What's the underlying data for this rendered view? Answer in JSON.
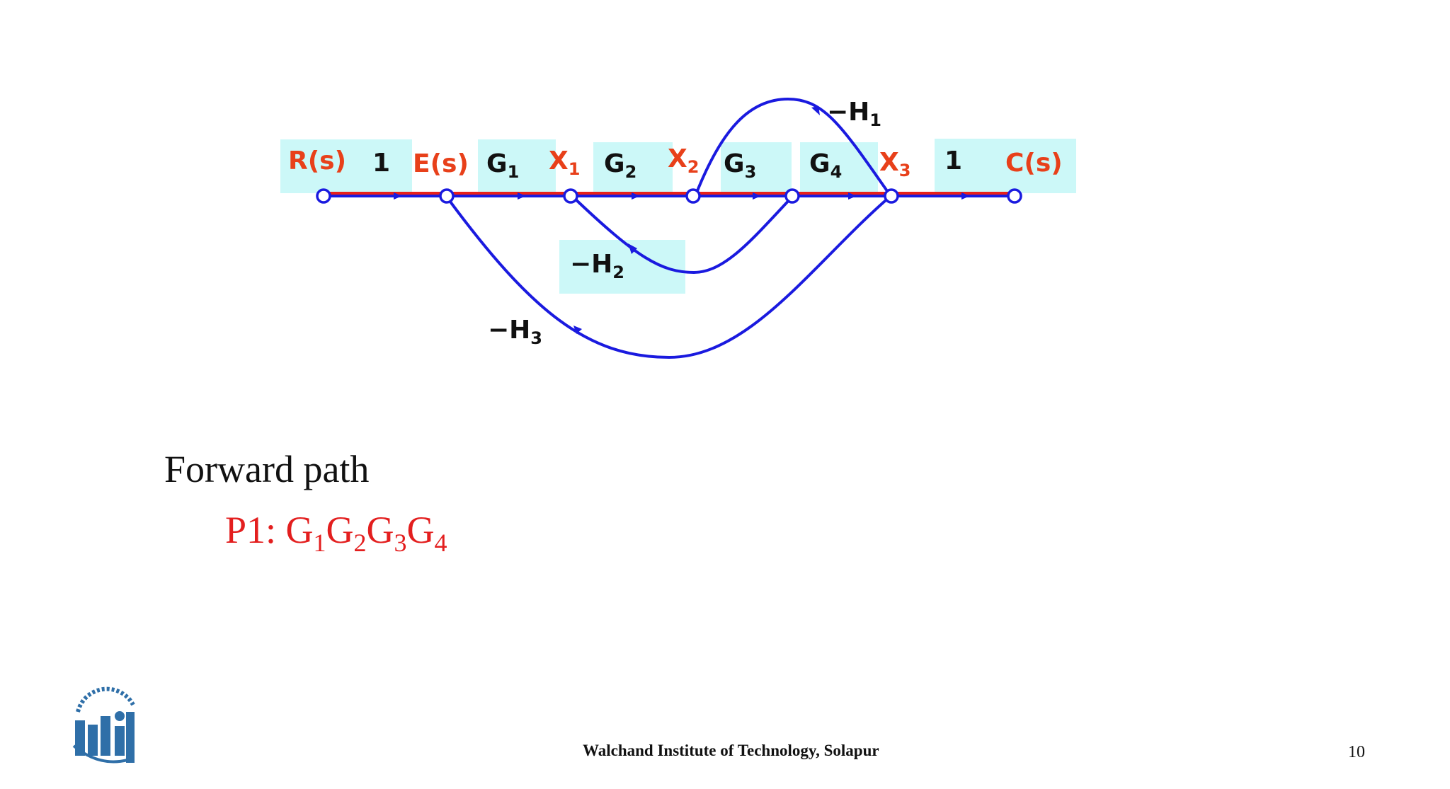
{
  "diagram": {
    "signals": [
      {
        "id": "R",
        "text": "R(s)",
        "sub": ""
      },
      {
        "id": "E",
        "text": "E(s)",
        "sub": ""
      },
      {
        "id": "X1",
        "text": "X",
        "sub": "1"
      },
      {
        "id": "X2",
        "text": "X",
        "sub": "2"
      },
      {
        "id": "X3",
        "text": "X",
        "sub": "3"
      },
      {
        "id": "C",
        "text": "C(s)",
        "sub": ""
      }
    ],
    "gains": [
      {
        "id": "g-r-e",
        "text": "1",
        "sub": ""
      },
      {
        "id": "G1",
        "text": "G",
        "sub": "1"
      },
      {
        "id": "G2",
        "text": "G",
        "sub": "2"
      },
      {
        "id": "G3",
        "text": "G",
        "sub": "3"
      },
      {
        "id": "G4",
        "text": "G",
        "sub": "4"
      },
      {
        "id": "g-x3-c",
        "text": "1",
        "sub": ""
      }
    ],
    "feedback": [
      {
        "id": "H1",
        "text": "−H",
        "sub": "1"
      },
      {
        "id": "H2",
        "text": "−H",
        "sub": "2"
      },
      {
        "id": "H3",
        "text": "−H",
        "sub": "3"
      }
    ],
    "colors": {
      "branch": "#1a1adf",
      "forward_path": "#e8201a",
      "signal_label": "#e8401a",
      "highlight": "#ccf8f8"
    }
  },
  "content": {
    "heading": "Forward path",
    "path_prefix": "P1: ",
    "path_terms": [
      {
        "g": "G",
        "sub": "1"
      },
      {
        "g": "G",
        "sub": "2"
      },
      {
        "g": "G",
        "sub": "3"
      },
      {
        "g": "G",
        "sub": "4"
      }
    ]
  },
  "footer": {
    "institute": "Walchand Institute of Technology, Solapur",
    "page_number": "10"
  },
  "logo": {
    "icon": "wit-logo"
  }
}
